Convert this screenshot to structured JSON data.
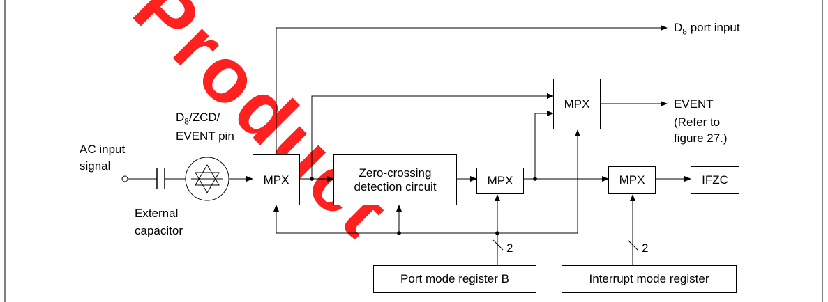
{
  "labels": {
    "d8_port_input": "D",
    "d8_port_input_sub": "8",
    "d8_port_input_rest": " port input",
    "event_output": "EVENT",
    "refer_line1": "(Refer to",
    "refer_line2": "figure 27.)",
    "pin_d": "D",
    "pin_sub": "8",
    "pin_rest": "/ZCD/",
    "pin_event": "EVENT",
    "pin_suffix": " pin",
    "ac_input_line1": "AC input",
    "ac_input_line2": "signal",
    "ext_cap_line1": "External",
    "ext_cap_line2": "capacitor",
    "bus_width_1": "2",
    "bus_width_2": "2"
  },
  "blocks": {
    "mpx_input": "MPX",
    "zero_crossing_line1": "Zero-crossing",
    "zero_crossing_line2": "detection circuit",
    "mpx_zcd": "MPX",
    "mpx_event": "MPX",
    "mpx_ifzc": "MPX",
    "ifzc": "IFZC",
    "port_mode_register_b": "Port mode register B",
    "interrupt_mode_register": "Interrupt mode register"
  },
  "watermark": "Product",
  "colors": {
    "watermark": "#ff2020",
    "lines": "#000000"
  }
}
